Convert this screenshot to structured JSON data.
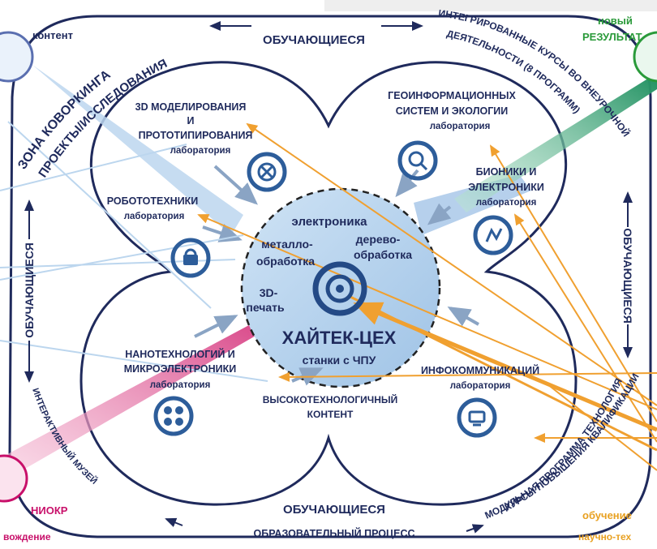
{
  "top_center": "ОБУЧАЮЩИЕСЯ",
  "bottom_center": "ОБУЧАЮЩИЕСЯ",
  "bottom_process": "ОБРАЗОВАТЕЛЬНЫЙ ПРОЦЕСС",
  "left_vertical": "ОБУЧАЮЩИЕСЯ",
  "right_vertical": "ОБУЧАЮЩИЕСЯ",
  "ring_top_left": "ЗОНА КОВОРКИНГА",
  "ring_top_left_2": "ПРОЕКТЫ/ИССЛЕДОВАНИЯ",
  "ring_top_right": "ИНТЕГРИРОВАННЫЕ КУРСЫ ВО ВНЕУРОЧНОЙ",
  "ring_top_right_2": "ДЕЯТЕЛЬНОСТИ (8 ПРОГРАММ)",
  "ring_bottom_left": "ИНТЕРАКТИВНЫЙ МУЗЕЙ",
  "ring_bottom_right": "МОДУЛЬНАЯ ПРОГРАММА ТЕХНОЛОГИЯ",
  "ring_bottom_right_2": "КУРСЫ ПОВЫШЕНИЯ КВАЛИФИКАЦИИ",
  "corner_top_left": "контент",
  "corner_top_right_1": "новый",
  "corner_top_right_2": "РЕЗУЛЬТАТ",
  "corner_bottom_left_1": "НИОКР",
  "corner_bottom_left_2": "вождение",
  "corner_bottom_right_1": "обучение",
  "corner_bottom_right_2": "научно-тех",
  "labs": {
    "modeling_1": "3D МОДЕЛИРОВАНИЯ",
    "modeling_2": "И",
    "modeling_3": "ПРОТОТИПИРОВАНИЯ",
    "modeling_sub": "лаборатория",
    "geo_1": "ГЕОИНФОРМАЦИОННЫХ",
    "geo_2": "СИСТЕМ И ЭКОЛОГИИ",
    "geo_sub": "лаборатория",
    "robot_1": "РОБОТОТЕХНИКИ",
    "robot_sub": "лаборатория",
    "bionic_1": "БИОНИКИ И",
    "bionic_2": "ЭЛЕКТРОНИКИ",
    "bionic_sub": "лаборатория",
    "nano_1": "НАНОТЕХНОЛОГИЙ И",
    "nano_2": "МИКРОЭЛЕКТРОНИКИ",
    "nano_sub": "лаборатория",
    "info_1": "ИНФОКОММУНИКАЦИЙ",
    "info_sub": "лаборатория",
    "content_1": "ВЫСОКОТЕХНОЛОГИЧНЫЙ",
    "content_2": "КОНТЕНТ"
  },
  "center": {
    "electronics": "электроника",
    "metal_1": "металло-",
    "metal_2": "обработка",
    "wood_1": "дерево-",
    "wood_2": "обработка",
    "print_1": "3D-",
    "print_2": "печать",
    "title": "ХАЙТЕК-ЦЕХ",
    "cnc": "станки с ЧПУ"
  },
  "colors": {
    "navy": "#1f2a5c",
    "arrow_orange": "#f0a030",
    "arrow_blue": "#8fb3d9",
    "arrow_green": "#2aa070",
    "arrow_pink": "#d0206f",
    "hub_fill": "#cfe3f5",
    "corner_green": "#2a9a3a",
    "corner_orange": "#e8a020",
    "corner_pink": "#c8106a"
  }
}
